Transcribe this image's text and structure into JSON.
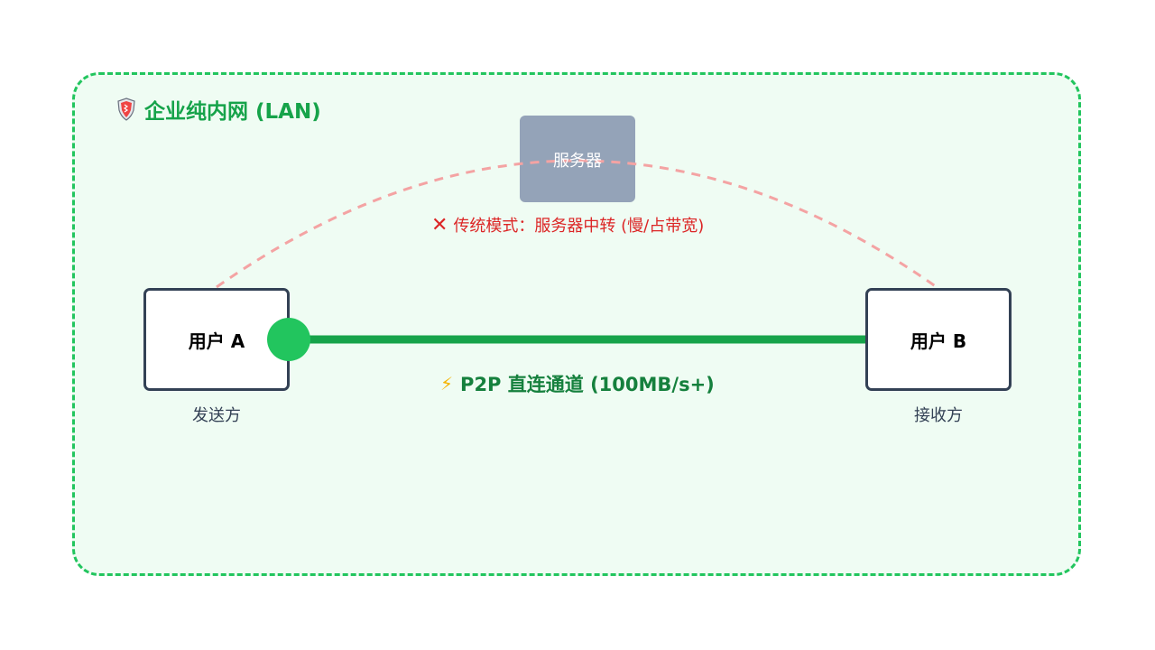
{
  "lan": {
    "title": "企业纯内网 (LAN)",
    "icon": "shield-icon"
  },
  "server": {
    "label": "服务器"
  },
  "legacy": {
    "icon": "cross-icon",
    "label": "传统模式：服务器中转 (慢/占带宽)"
  },
  "nodes": {
    "a": {
      "label": "用户 A",
      "role": "发送方"
    },
    "b": {
      "label": "用户 B",
      "role": "接收方"
    }
  },
  "p2p": {
    "icon": "lightning-icon",
    "label": "P2P 直连通道 (100MB/s+)"
  },
  "colors": {
    "lan": "#22c55e",
    "p2p": "#16a34a",
    "legacy": "#dc2626",
    "server": "#94a3b8"
  }
}
